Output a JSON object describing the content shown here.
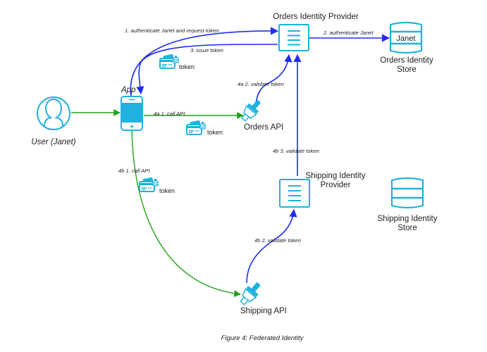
{
  "diagram": {
    "nodes": {
      "user": {
        "label": "User (Janet)",
        "icon": "user-avatar-icon"
      },
      "app": {
        "label": "App",
        "icon": "smartphone-icon"
      },
      "orders_idp": {
        "label": "Orders Identity Provider",
        "icon": "server-list-icon"
      },
      "orders_store": {
        "label_line1": "Orders Identity",
        "label_line2": "Store",
        "record": "Janet",
        "icon": "database-icon"
      },
      "orders_api": {
        "label": "Orders API",
        "icon": "plug-icon"
      },
      "shipping_idp": {
        "label_line1": "Shipping Identity",
        "label_line2": "Provider",
        "icon": "server-list-icon"
      },
      "shipping_store": {
        "label_line1": "Shipping Identity",
        "label_line2": "Store",
        "icon": "database-icon"
      },
      "shipping_api": {
        "label": "Shipping API",
        "icon": "plug-icon"
      }
    },
    "edges": [
      {
        "id": "e1",
        "label": "1. authenticate Janet and request token",
        "from": "app",
        "to": "orders_idp",
        "color": "#1e2cf5"
      },
      {
        "id": "e2",
        "label": "2. authenticate Janet",
        "from": "orders_idp",
        "to": "orders_store",
        "color": "#1e2cf5"
      },
      {
        "id": "e3",
        "label": "3. issue token",
        "from": "orders_idp",
        "to": "app",
        "color": "#1e2cf5"
      },
      {
        "id": "e4a1",
        "label": "4a 1. call API",
        "from": "app",
        "to": "orders_api",
        "color": "#22a21c"
      },
      {
        "id": "e4a2",
        "label": "4a 2. validate token",
        "from": "orders_api",
        "to": "orders_idp",
        "color": "#1e2cf5"
      },
      {
        "id": "e4b1",
        "label": "4b 1. call API",
        "from": "app",
        "to": "shipping_api",
        "color": "#22a21c"
      },
      {
        "id": "e4b2",
        "label": "4b 2. validate token",
        "from": "shipping_api",
        "to": "shipping_idp",
        "color": "#1e2cf5"
      },
      {
        "id": "e4b3",
        "label": "4b 3. validate token",
        "from": "shipping_idp",
        "to": "orders_idp",
        "color": "#1e2cf5"
      }
    ],
    "tokens": [
      {
        "label": "token",
        "icon": "token-card-icon"
      },
      {
        "label": "token",
        "icon": "token-card-icon"
      },
      {
        "label": "token",
        "icon": "token-card-icon"
      }
    ],
    "caption": "Figure 4: Federated Identity"
  },
  "colors": {
    "icon": "#1fb2de",
    "flow_blue": "#1e2cf5",
    "flow_green": "#22a21c"
  }
}
